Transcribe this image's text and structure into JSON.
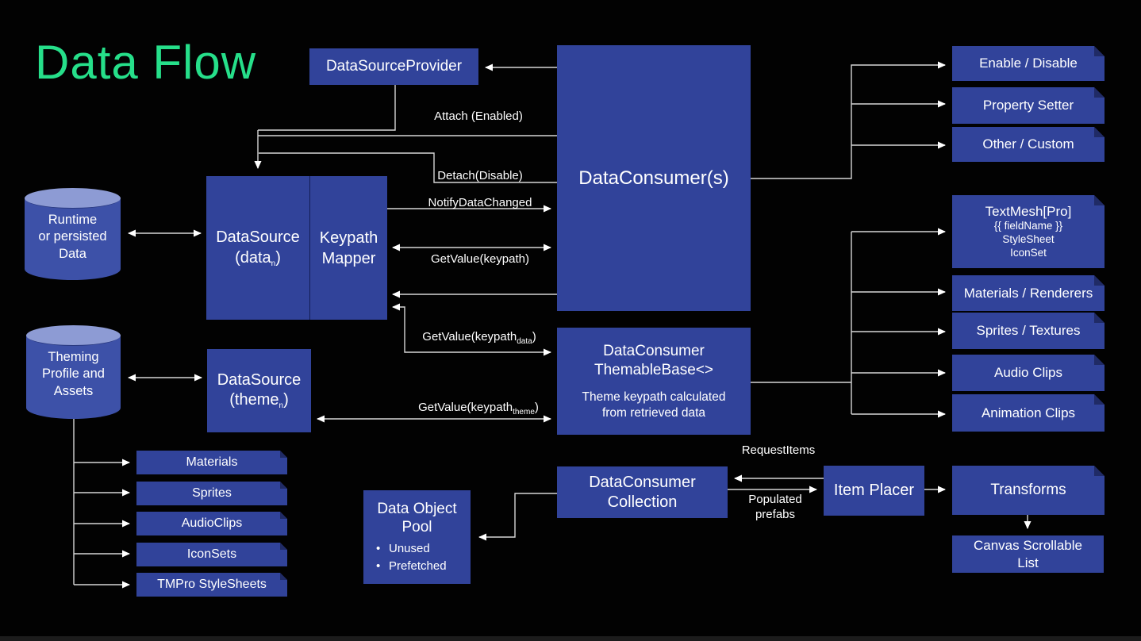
{
  "title": "Data Flow",
  "colors": {
    "background": "#020202",
    "box_blue": "#31439A",
    "cylinder_body": "#3D51A8",
    "cylinder_top": "#8D9BD4",
    "title_green": "#26DF8A",
    "connector": "#D6D6D6"
  },
  "nodes": {
    "provider": {
      "label": "DataSourceProvider"
    },
    "data_consumer": {
      "label": "DataConsumer(s)"
    },
    "data_source_data": {
      "line1": "DataSource",
      "pre": "(data",
      "sub": "n",
      "post": ")"
    },
    "keypath_mapper": {
      "line1": "Keypath",
      "line2": "Mapper"
    },
    "data_source_theme": {
      "line1": "DataSource",
      "pre": "(theme",
      "sub": "n",
      "post": ")"
    },
    "themable": {
      "line1": "DataConsumer",
      "line2": "ThemableBase<>",
      "line3": "Theme keypath calculated",
      "line4": "from retrieved data"
    },
    "collection": {
      "line1": "DataConsumer",
      "line2": "Collection"
    },
    "item_placer": {
      "label": "Item Placer"
    },
    "transforms": {
      "label": "Transforms"
    },
    "canvas_list": {
      "line1": "Canvas Scrollable",
      "line2": "List"
    },
    "pool": {
      "line1": "Data Object",
      "line2": "Pool",
      "bullet_char": "•",
      "bullets": [
        "Unused",
        "Prefetched"
      ]
    }
  },
  "cylinders": {
    "runtime": {
      "line1": "Runtime",
      "line2": "or persisted",
      "line3": "Data"
    },
    "theming": {
      "line1": "Theming",
      "line2": "Profile and",
      "line3": "Assets"
    }
  },
  "right_top": [
    {
      "label": "Enable / Disable"
    },
    {
      "label": "Property Setter"
    },
    {
      "label": "Other / Custom"
    }
  ],
  "right_mid": {
    "textmesh": {
      "line1": "TextMesh[Pro]",
      "line2": "{{ fieldName }}",
      "line3": "StyleSheet",
      "line4": "IconSet"
    },
    "items": [
      {
        "label": "Materials / Renderers"
      },
      {
        "label": "Sprites / Textures"
      },
      {
        "label": "Audio Clips"
      },
      {
        "label": "Animation Clips"
      }
    ]
  },
  "left_list": [
    {
      "label": "Materials"
    },
    {
      "label": "Sprites"
    },
    {
      "label": "AudioClips"
    },
    {
      "label": "IconSets"
    },
    {
      "label": "TMPro StyleSheets"
    }
  ],
  "edge_labels": {
    "attach": "Attach (Enabled)",
    "detach": "Detach(Disable)",
    "notify": "NotifyDataChanged",
    "getvalue": "GetValue(keypath)",
    "getvalue_data": {
      "pre": "GetValue(keypath",
      "sub": "data",
      "post": ")"
    },
    "getvalue_theme": {
      "pre": "GetValue(keypath",
      "sub": "theme",
      "post": ")"
    },
    "request_items": "RequestItems",
    "populated_1": "Populated",
    "populated_2": "prefabs"
  }
}
